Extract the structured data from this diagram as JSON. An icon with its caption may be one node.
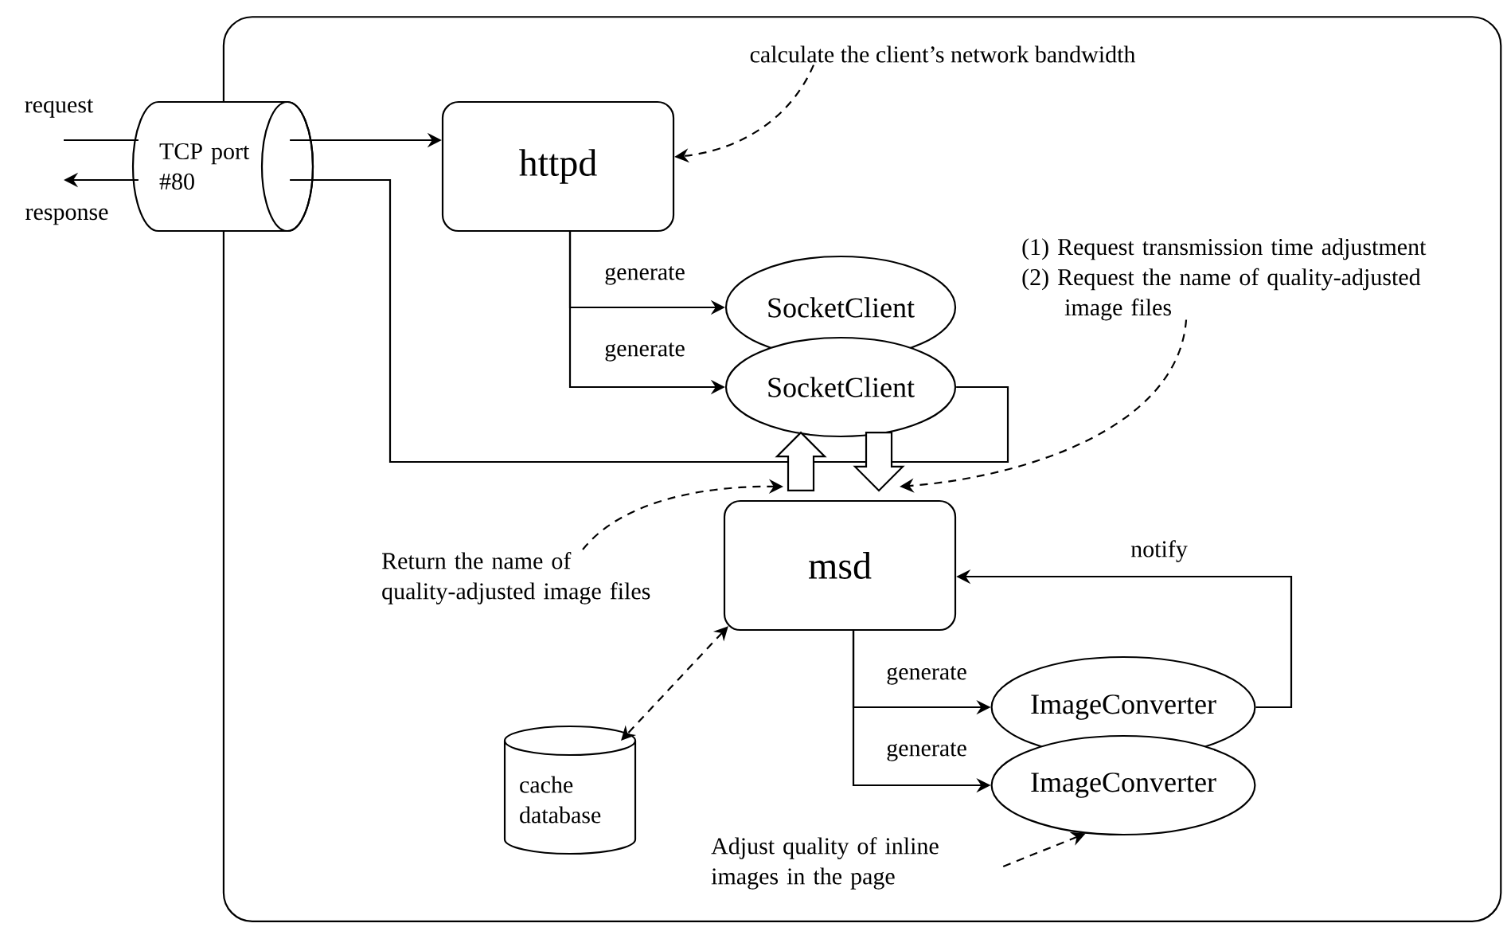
{
  "diagram": {
    "nodes": [
      {
        "text": [],
        "shape": "box"
      },
      {
        "text": [
          "TCP port #80"
        ]
      },
      {
        "text": [
          "httpd"
        ],
        "in": 0
      },
      {
        "text": [
          "SocketClient"
        ],
        "in": 0
      },
      {
        "text": [
          "SocketClient"
        ],
        "in": 0
      },
      {
        "text": [
          "msd"
        ],
        "in": 0
      },
      {
        "text": [
          "ImageConverter"
        ],
        "in": 0
      },
      {
        "text": [
          "ImageConverter"
        ],
        "in": 0
      },
      {
        "text": [
          "cache database"
        ],
        "in": 0
      },
      {
        "text": [
          "calculate the client’s network bandwidth"
        ],
        "in": 0
      },
      {
        "text": [
          "(1) Request transmission time adjustment",
          "(2) Request the name of quality-adjusted image files"
        ],
        "in": 0
      },
      {
        "text": [
          "Return the name of quality-adjusted image files"
        ],
        "in": 0
      },
      {
        "text": [
          "Adjust quality of inline images in the page"
        ],
        "in": 0
      }
    ],
    "edges": [
      {
        "from": null,
        "to": 1,
        "arrow": "none",
        "label": "request"
      },
      {
        "from": 1,
        "to": null,
        "arrow": "to",
        "label": "response"
      },
      {
        "from": 1,
        "to": 2,
        "arrow": "to"
      },
      {
        "from": 1,
        "to": 4,
        "arrow": "none"
      },
      {
        "from": 2,
        "to": 3,
        "arrow": "to",
        "label": "generate"
      },
      {
        "from": 2,
        "to": 4,
        "arrow": "to",
        "label": "generate"
      },
      {
        "from": 4,
        "to": 5,
        "arrow": "to",
        "style": "thick"
      },
      {
        "from": 5,
        "to": 4,
        "arrow": "to",
        "style": "thick"
      },
      {
        "from": 9,
        "to": 2,
        "arrow": "to",
        "style": "dashed"
      },
      {
        "from": 10,
        "to": 5,
        "arrow": "to",
        "style": "dashed"
      },
      {
        "from": 11,
        "to": 5,
        "arrow": "to",
        "style": "dashed"
      },
      {
        "from": 5,
        "to": 8,
        "arrow": "both",
        "style": "dashed"
      },
      {
        "from": 5,
        "to": 6,
        "arrow": "to",
        "label": "generate"
      },
      {
        "from": 5,
        "to": 7,
        "arrow": "to",
        "label": "generate"
      },
      {
        "from": 6,
        "to": 5,
        "arrow": "to",
        "label": "notify"
      },
      {
        "from": 12,
        "to": 7,
        "arrow": "to",
        "style": "dashed"
      }
    ]
  }
}
